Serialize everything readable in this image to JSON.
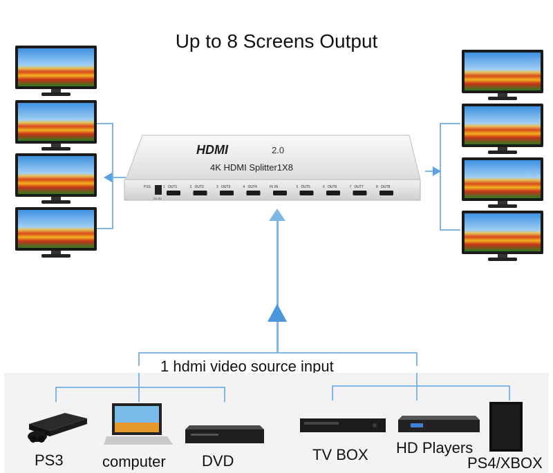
{
  "title": "Up to 8 Screens Output",
  "device": {
    "brand": "HDMI",
    "version": "2.0",
    "model": "4K HDMI Splitter1X8",
    "power_label": "PSS",
    "dc_label": "DC 5V",
    "port_numbers": [
      "1",
      "2",
      "3",
      "4",
      "IN",
      "5",
      "6",
      "7",
      "8"
    ],
    "ports": [
      "OUT1",
      "OUT2",
      "OUT3",
      "OUT4",
      "IN",
      "OUT5",
      "OUT6",
      "OUT7",
      "OUT8"
    ]
  },
  "source_label": "1 hdmi video source input",
  "sources": [
    "PS3",
    "computer",
    "DVD",
    "TV BOX",
    "HD Players",
    "PS4/XBOX"
  ],
  "colors": {
    "connector": "#7fb6e3",
    "arrow": "#4b97dd"
  }
}
